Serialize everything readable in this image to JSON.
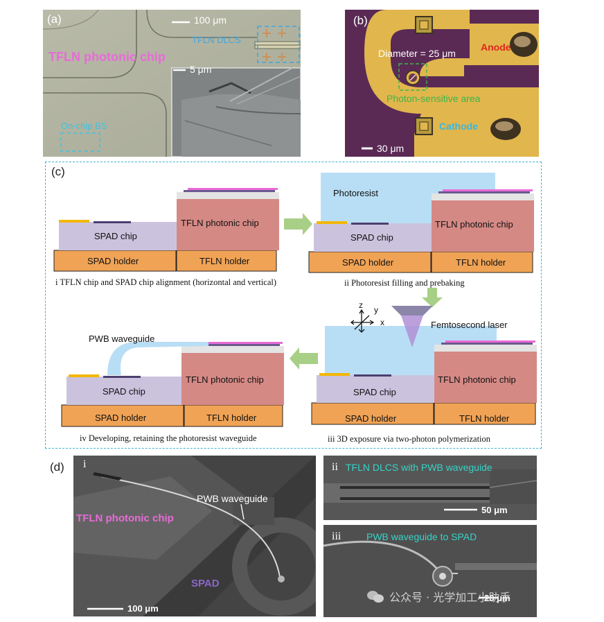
{
  "panel_a": {
    "label": "(a)",
    "scale_main": "100 μm",
    "scale_inset": "5 μm",
    "chip_label": "TFLN photonic chip",
    "dlcs_label": "TFLN DLCS",
    "bs_label": "On-chip BS"
  },
  "panel_b": {
    "label": "(b)",
    "diameter": "Diameter = 25 μm",
    "anode": "Anode",
    "cathode": "Cathode",
    "psa": "Photon-sensitive area",
    "scale": "30 μm"
  },
  "panel_c": {
    "label": "(c)",
    "spad_chip": "SPAD chip",
    "tfln_chip": "TFLN photonic chip",
    "spad_holder": "SPAD holder",
    "tfln_holder": "TFLN holder",
    "photoresist": "Photoresist",
    "pwb_waveguide": "PWB waveguide",
    "femto": "Femtosecond laser",
    "axis_z": "z",
    "axis_y": "y",
    "axis_x": "x",
    "cap_i": "i TFLN chip and SPAD chip alignment (horizontal and vertical)",
    "cap_ii": "ii Photoresist filling and prebaking",
    "cap_iii": "iii 3D exposure via two-photon polymerization",
    "cap_iv": "iv Developing, retaining the photoresist waveguide"
  },
  "panel_d": {
    "label": "(d)",
    "sub_i": "i",
    "pwb": "PWB waveguide",
    "chip": "TFLN photonic chip",
    "spad": "SPAD",
    "scale_i": "100 μm",
    "sub_ii": "ii",
    "title_ii": "TFLN DLCS with PWB waveguide",
    "scale_ii": "50 μm",
    "sub_iii": "iii",
    "title_iii": "PWB waveguide to SPAD",
    "scale_iii": "20 μm"
  },
  "watermark": "公众号 · 光学加工小助手",
  "colors": {
    "pink_label": "#e86bd8",
    "cyan_label": "#35c6e0",
    "spad_chip": "#cbc3de",
    "tfln_chip": "#d58985",
    "holder": "#f0a355",
    "photoresist": "#b8def5",
    "arrow": "#a7cf86",
    "dashed_box": "#3fb1d2"
  }
}
